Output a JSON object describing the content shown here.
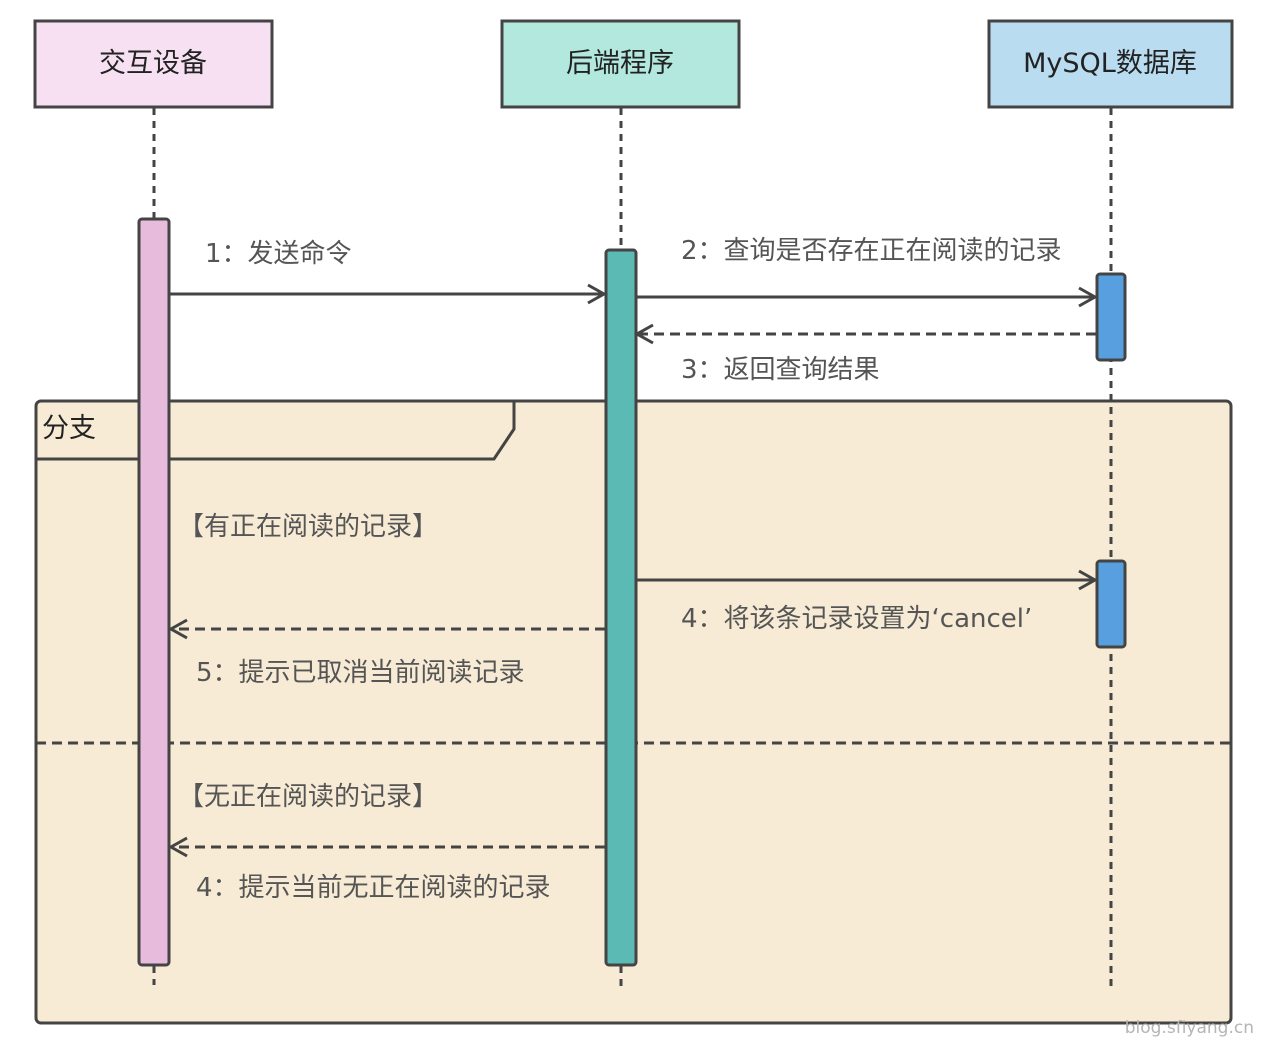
{
  "participants": [
    {
      "name": "交互设备",
      "fill": "#f7e0f2"
    },
    {
      "name": "后端程序",
      "fill": "#b3e8df"
    },
    {
      "name": "MySQL数据库",
      "fill": "#b9dcf1"
    }
  ],
  "activation_colors": {
    "device": "#e7bbdc",
    "backend": "#5cbab4",
    "database": "#579fdf"
  },
  "frame": {
    "label": "分支",
    "fill": "#f7ebd5",
    "conditions": [
      "【有正在阅读的记录】",
      "【无正在阅读的记录】"
    ]
  },
  "messages": [
    {
      "label": "1：发送命令",
      "style": "solid"
    },
    {
      "label": "2：查询是否存在正在阅读的记录",
      "style": "solid"
    },
    {
      "label": "3：返回查询结果",
      "style": "dashed"
    },
    {
      "label": "4：将该条记录设置为‘cancel’",
      "style": "solid"
    },
    {
      "label": "5：提示已取消当前阅读记录",
      "style": "dashed"
    },
    {
      "label": "4：提示当前无正在阅读的记录",
      "style": "dashed"
    }
  ],
  "watermark": "blog.sfiyang.cn"
}
